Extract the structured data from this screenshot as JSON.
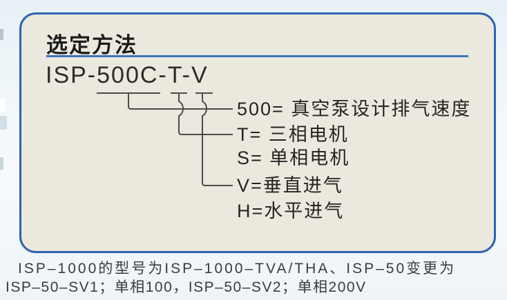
{
  "panel": {
    "title": "选定方法",
    "model_code": "ISP-500C-T-V",
    "code_labels": [
      {
        "key": "500",
        "text": "500= 真空泵设计排气速度"
      },
      {
        "key": "T",
        "text": "T= 三相电机"
      },
      {
        "key": "S",
        "text": "S= 单相电机"
      },
      {
        "key": "V",
        "text": "V=垂直进气"
      },
      {
        "key": "H",
        "text": "H=水平进气"
      }
    ]
  },
  "footnote": {
    "line1": "ISP–1000的型号为ISP–1000–TVA/THA、ISP–50变更为",
    "line2": "ISP–50–SV1；单相100，ISP–50–SV2；单相200V"
  },
  "colors": {
    "panel_border_blue": "#2d62b2",
    "title_rule_blue": "#3b73c4",
    "panel_fill": "#ebe8dd",
    "page_background": "#eef4f8",
    "diagram_line": "#4b4b4b",
    "text_dark": "#242424"
  }
}
